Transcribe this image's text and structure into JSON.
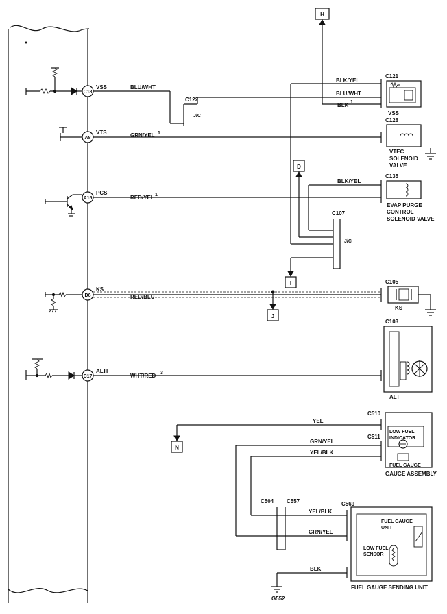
{
  "ecm_pins": [
    {
      "pin": "C18",
      "signal": "VSS"
    },
    {
      "pin": "A8",
      "signal": "VTS"
    },
    {
      "pin": "A15",
      "signal": "PCS"
    },
    {
      "pin": "D6",
      "signal": "KS"
    },
    {
      "pin": "C17",
      "signal": "ALTF"
    }
  ],
  "wires": {
    "vss": "BLU/WHT",
    "vts": "GRN/YEL",
    "pcs": "RED/YEL",
    "ks": "RED/BLU",
    "altf": "WHT/RED",
    "vss_blk_yel": "BLK/YEL",
    "vss_blu_wht": "BLU/WHT",
    "vss_blk": "BLK",
    "evap_blk_yel": "BLK/YEL",
    "gauge_yel": "YEL",
    "gauge_grn_yel": "GRN/YEL",
    "gauge_yel_blk": "YEL/BLK",
    "send_yel_blk": "YEL/BLK",
    "send_grn_yel": "GRN/YEL",
    "send_blk": "BLK"
  },
  "superscripts": {
    "one": "1",
    "three": "3"
  },
  "connectors": {
    "c121": "C121",
    "c122": "C122",
    "c128": "C128",
    "c135": "C135",
    "c107": "C107",
    "c105": "C105",
    "c103": "C103",
    "c510": "C510",
    "c511": "C511",
    "c504": "C504",
    "c557": "C557",
    "c569": "C569"
  },
  "junction_label": "J/C",
  "off_page": {
    "h": "H",
    "d": "D",
    "i": "I",
    "j": "J",
    "n": "N"
  },
  "components": {
    "vss": "VSS",
    "vtec": [
      "VTEC",
      "SOLENOID",
      "VALVE"
    ],
    "evap": [
      "EVAP PURGE",
      "CONTROL",
      "SOLENOID VALVE"
    ],
    "ks": "KS",
    "alt": "ALT",
    "gauge_assembly": "GAUGE ASSEMBLY",
    "low_fuel_indicator": [
      "LOW FUEL",
      "INDICATOR"
    ],
    "fuel_gauge": "FUEL GAUGE",
    "sending_unit": "FUEL GAUGE SENDING UNIT",
    "fuel_gauge_unit": [
      "FUEL GAUGE",
      "UNIT"
    ],
    "low_fuel_sensor": [
      "LOW FUEL",
      "SENSOR"
    ]
  },
  "ground": "G552"
}
